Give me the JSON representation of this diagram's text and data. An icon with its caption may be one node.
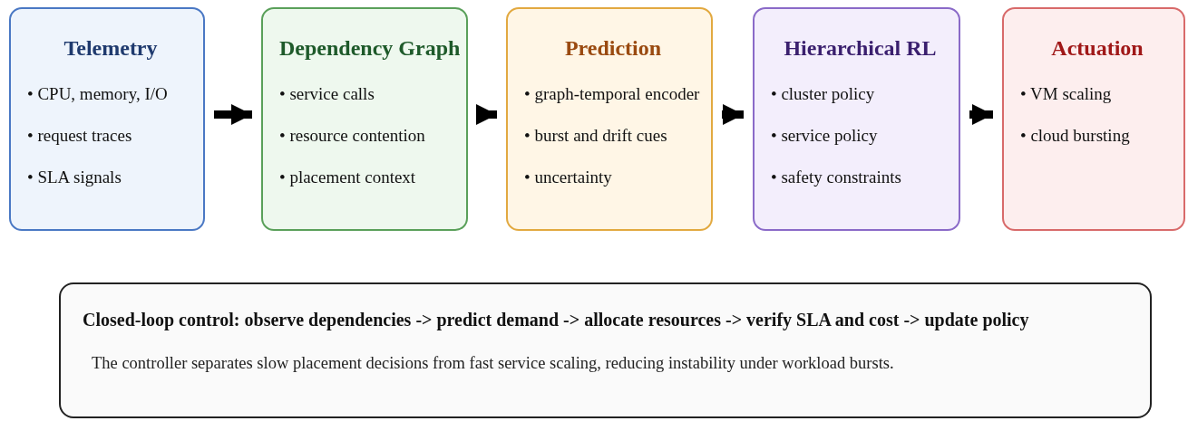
{
  "diagram": {
    "nodes": [
      {
        "text": [
          "Telemetry",
          "• CPU, memory, I/O",
          "• request traces",
          "• SLA signals"
        ]
      },
      {
        "text": [
          "Dependency Graph",
          "• service calls",
          "• resource contention",
          "• placement context"
        ]
      },
      {
        "text": [
          "Prediction",
          "• graph-temporal encoder",
          "• burst and drift cues",
          "• uncertainty"
        ]
      },
      {
        "text": [
          "Hierarchical RL",
          "• cluster policy",
          "• service policy",
          "• safety constraints"
        ]
      },
      {
        "text": [
          "Actuation",
          "• VM scaling",
          "• cloud bursting"
        ]
      },
      {
        "text": [
          "Closed-loop control: observe dependencies -> predict demand -> allocate resources -> verify SLA and cost -> update policy",
          "The controller separates slow placement decisions from fast service scaling, reducing instability under workload bursts."
        ]
      }
    ],
    "edges": [
      {
        "from": 0,
        "to": 1,
        "arrow": "to"
      },
      {
        "from": 1,
        "to": 2,
        "arrow": "to"
      },
      {
        "from": 2,
        "to": 3,
        "arrow": "to"
      },
      {
        "from": 3,
        "to": 4,
        "arrow": "to"
      }
    ]
  }
}
